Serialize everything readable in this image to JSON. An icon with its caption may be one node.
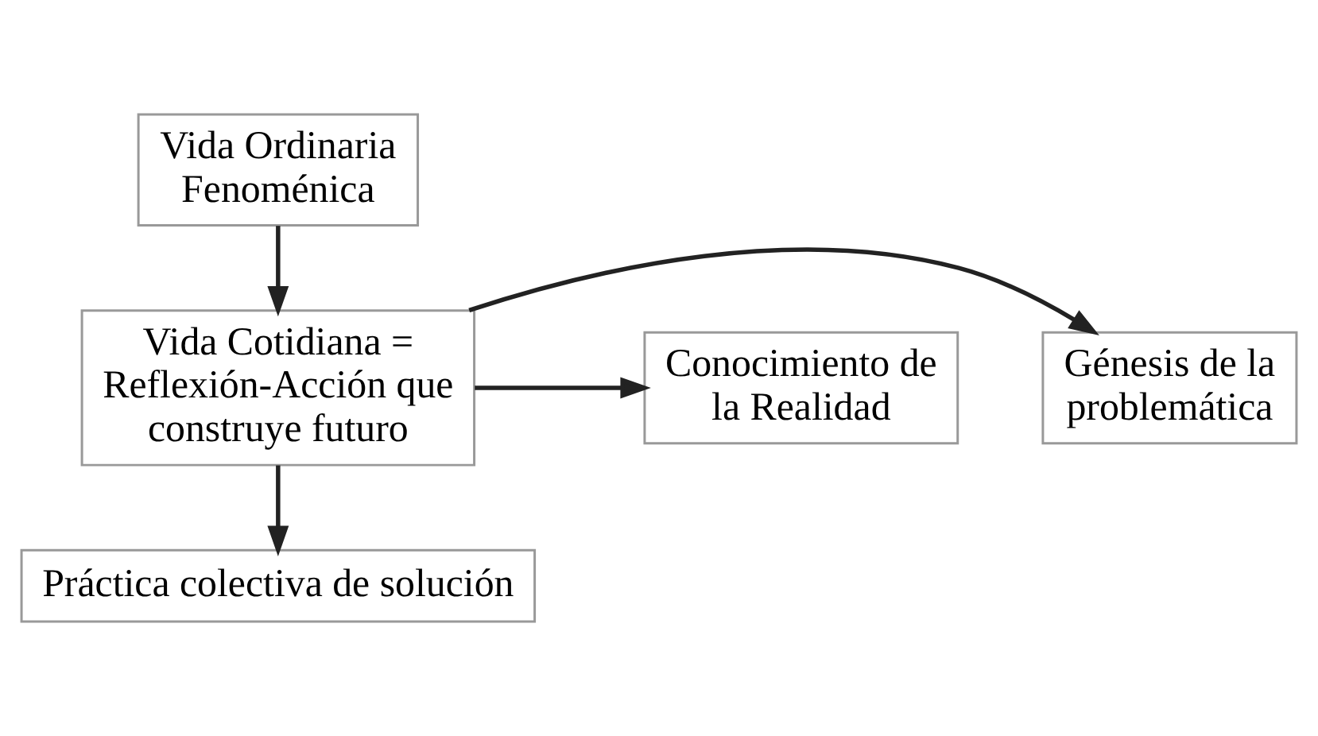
{
  "diagram": {
    "nodes": [
      {
        "text": [
          "Vida Ordinaria Fenoménica"
        ]
      },
      {
        "text": [
          "Génesis de la problemática"
        ]
      },
      {
        "text": [
          "Vida Cotidiana = Reflexión-Acción que construye futuro"
        ]
      },
      {
        "text": [
          "Conocimiento de la Realidad"
        ]
      },
      {
        "text": [
          "Práctica colectiva de solución"
        ]
      }
    ],
    "edges": [
      {
        "from": 0,
        "to": 2,
        "arrow": "to"
      },
      {
        "from": 2,
        "to": 1,
        "arrow": "to"
      },
      {
        "from": 2,
        "to": 3,
        "arrow": "to"
      },
      {
        "from": 2,
        "to": 4,
        "arrow": "to"
      }
    ]
  }
}
